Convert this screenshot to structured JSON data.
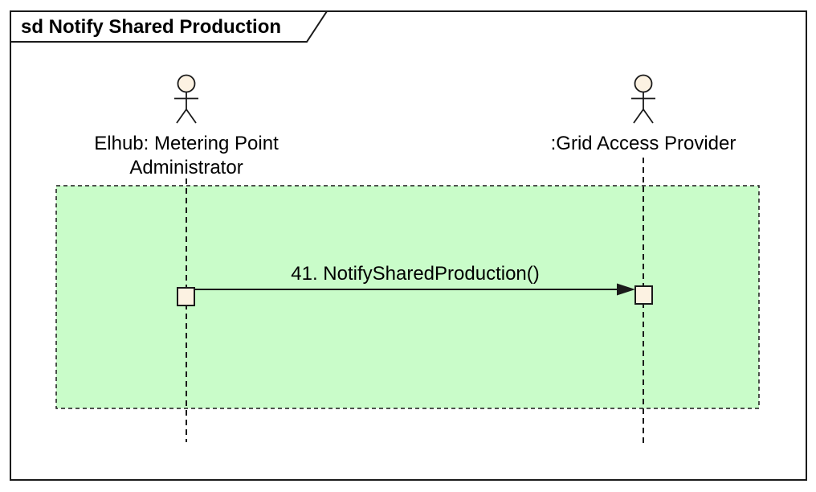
{
  "frame": {
    "title": "sd Notify Shared Production"
  },
  "actors": [
    {
      "name": "Elhub: Metering Point Administrator",
      "label_line1": "Elhub: Metering Point",
      "label_line2": "Administrator"
    },
    {
      "name": ":Grid Access Provider",
      "label_line1": ":Grid Access Provider",
      "label_line2": ""
    }
  ],
  "messages": [
    {
      "number": "41",
      "label": "41. NotifySharedProduction()",
      "from": "Elhub: Metering Point Administrator",
      "to": ":Grid Access Provider"
    }
  ],
  "colors": {
    "fragment_fill": "#c9fcc9",
    "activation_fill": "#fcf2e2",
    "actor_head_fill": "#fcf2e2",
    "line": "#1a1a1a",
    "background": "#ffffff"
  }
}
